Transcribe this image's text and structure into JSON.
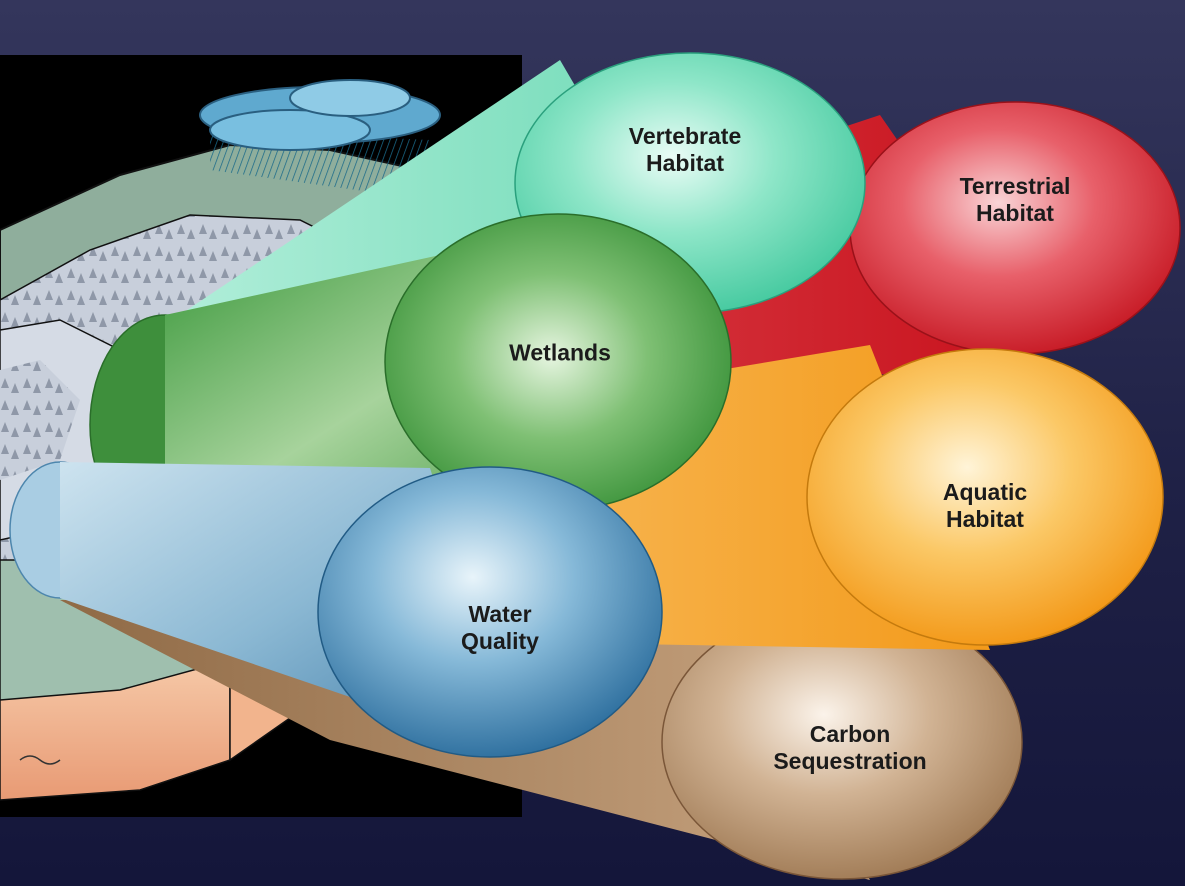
{
  "diagram": {
    "colors": {
      "background_top": "#34365c",
      "background_bottom": "#14163a",
      "landscape_panel": "#000000"
    },
    "nodes": [
      {
        "id": "vertebrate",
        "label": "Vertebrate\nHabitat",
        "color": "#5fd3b0"
      },
      {
        "id": "terrestrial",
        "label": "Terrestrial\nHabitat",
        "color": "#d9262e"
      },
      {
        "id": "wetlands",
        "label": "Wetlands",
        "color": "#3f9a3a"
      },
      {
        "id": "aquatic",
        "label": "Aquatic\nHabitat",
        "color": "#f7a21e"
      },
      {
        "id": "water-quality",
        "label": "Water\nQuality",
        "color": "#3d86b8"
      },
      {
        "id": "carbon",
        "label": "Carbon\nSequestration",
        "color": "#a07a55"
      }
    ]
  }
}
